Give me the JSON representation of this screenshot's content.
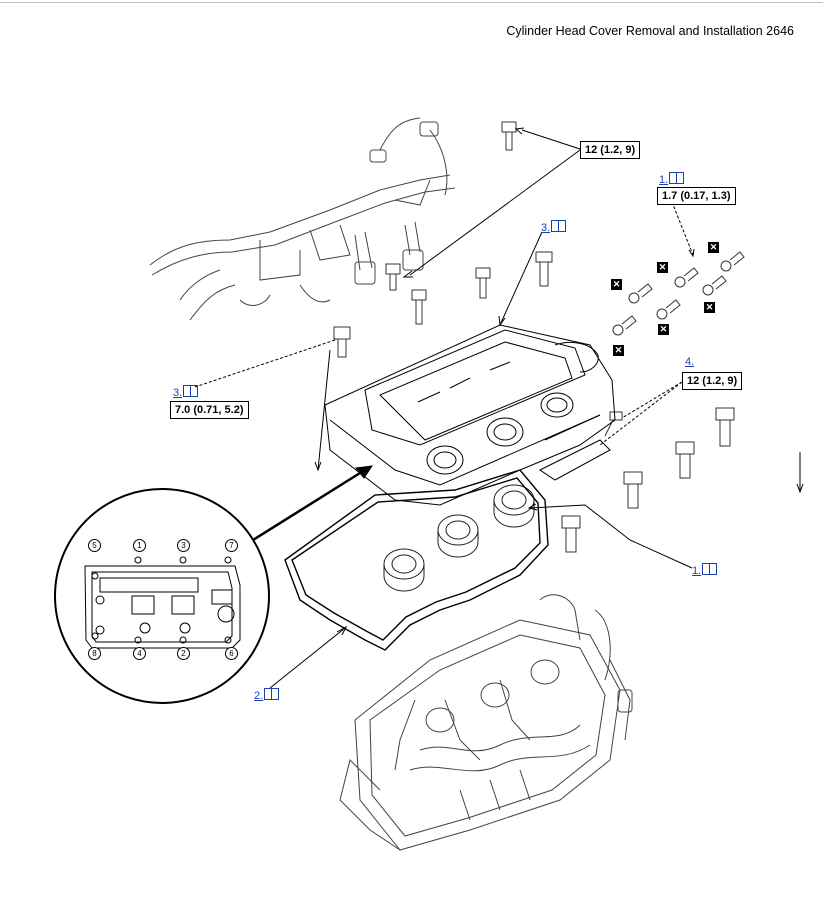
{
  "page": {
    "title": "Cylinder Head Cover Removal and Installation 2646"
  },
  "callouts": {
    "c1_top": "1.",
    "c1_bottom": "1.",
    "c2": "2.",
    "c3_cover": "3.",
    "c3_bolt": "3.",
    "c4": "4."
  },
  "torques": {
    "harness_bolt": "12 (1.2, 9)",
    "spark_plug_tube_bolt": "1.7 (0.17, 1.3)",
    "cover_bolt": "7.0 (0.71, 5.2)",
    "bracket_bolt": "12 (1.2, 9)"
  },
  "inset": {
    "top_numbers": [
      "5",
      "1",
      "3",
      "7"
    ],
    "bottom_numbers": [
      "8",
      "4",
      "2",
      "6"
    ]
  },
  "icons": {
    "manual_link": "book-icon",
    "replace_part": "x-mark-icon"
  },
  "colors": {
    "link": "#1a3fb0",
    "line": "#000000"
  }
}
